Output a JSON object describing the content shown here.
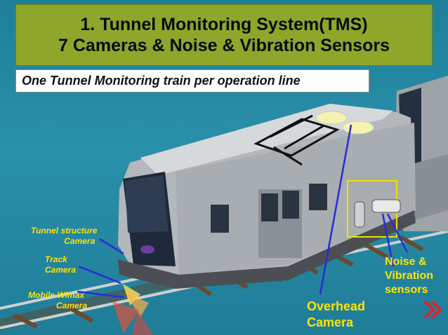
{
  "slide": {
    "title_line1": "1. Tunnel Monitoring System(TMS)",
    "title_line2": "7 Cameras & Noise & Vibration Sensors",
    "subtitle": "One Tunnel Monitoring train per operation line"
  },
  "labels": {
    "tunnel_structure_line1": "Tunnel structure",
    "tunnel_structure_line2": "Camera",
    "track_line1": "Track",
    "track_line2": "Camera",
    "mobile_line1": "Mobile Wimax",
    "mobile_line2": "Camera",
    "noise_line1": "Noise &",
    "noise_line2": "Vibration",
    "noise_line3": "sensors",
    "overhead_line1": "Overhead",
    "overhead_line2": "Camera"
  },
  "colors": {
    "title_bg": "#8ea62a",
    "background": "#1f7f9a",
    "label_yellow": "#ffe400",
    "logo_red": "#d9262c"
  },
  "icons": {
    "logo": "chevron-logo-icon"
  }
}
